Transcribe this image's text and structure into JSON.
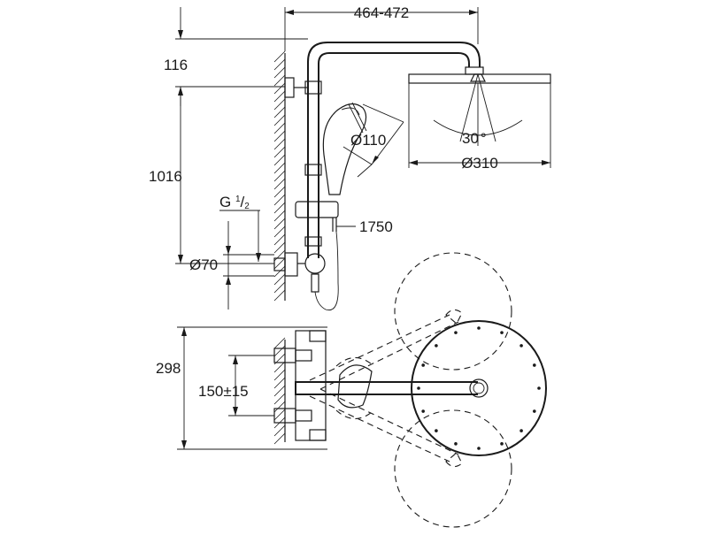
{
  "dimensions": {
    "arm_length": "464-472",
    "top_offset": "116",
    "rail_height": "1016",
    "thread_g": "G",
    "thread_num": "1",
    "thread_den": "2",
    "rosette_diameter": "Ø70",
    "hand_shower_diameter": "Ø110",
    "hose_length": "1750",
    "tilt_angle": "30",
    "head_diameter": "Ø310",
    "swivel_width": "298",
    "connection_spacing": "150±15"
  },
  "colors": {
    "line": "#1a1a1a",
    "background": "#ffffff"
  }
}
